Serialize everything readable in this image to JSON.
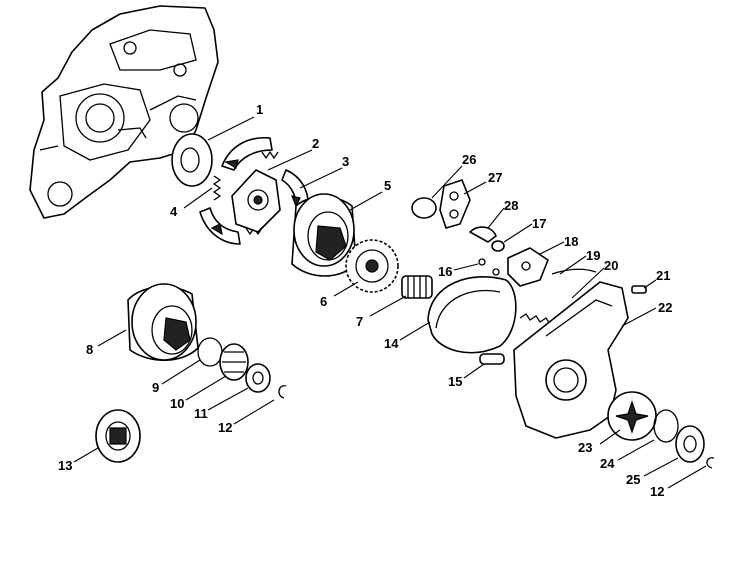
{
  "callouts": [
    {
      "label": "1"
    },
    {
      "label": "2"
    },
    {
      "label": "3"
    },
    {
      "label": "4"
    },
    {
      "label": "5"
    },
    {
      "label": "6"
    },
    {
      "label": "7"
    },
    {
      "label": "8"
    },
    {
      "label": "9"
    },
    {
      "label": "10"
    },
    {
      "label": "11"
    },
    {
      "label": "12"
    },
    {
      "label": "13"
    },
    {
      "label": "14"
    },
    {
      "label": "15"
    },
    {
      "label": "16"
    },
    {
      "label": "17"
    },
    {
      "label": "18"
    },
    {
      "label": "19"
    },
    {
      "label": "20"
    },
    {
      "label": "21"
    },
    {
      "label": "22"
    },
    {
      "label": "23"
    },
    {
      "label": "24"
    },
    {
      "label": "25"
    },
    {
      "label": "12"
    },
    {
      "label": "26"
    },
    {
      "label": "27"
    },
    {
      "label": "28"
    }
  ]
}
